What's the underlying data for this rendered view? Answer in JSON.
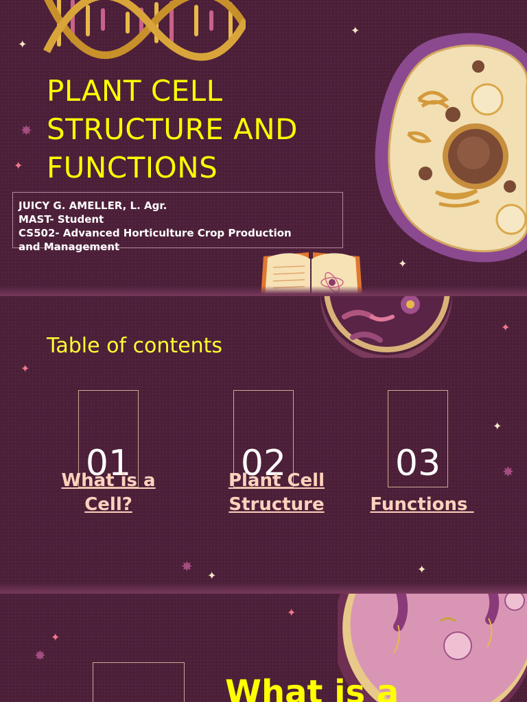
{
  "slide1": {
    "title_lines": [
      "PLANT CELL",
      "STRUCTURE AND",
      "FUNCTIONS"
    ],
    "author": {
      "line1": "JUICY G. AMELLER, L. Agr.",
      "line2": "MAST- Student",
      "line3": "CS502- Advanced Horticulture Crop Production",
      "line4": "and Management"
    }
  },
  "slide2": {
    "heading": "Table of contents",
    "items": [
      {
        "number": "01",
        "label_line1": "What is a",
        "label_line2": "Cell?"
      },
      {
        "number": "02",
        "label_line1": "Plant Cell",
        "label_line2": "Structure"
      },
      {
        "number": "03",
        "label_line1": "",
        "label_line2": "Functions "
      }
    ]
  },
  "slide3": {
    "heading": "What is a"
  },
  "colors": {
    "background": "#4b1f38",
    "title": "#ffff00",
    "link": "#ffd2bd",
    "separator": "#7a3a5c"
  }
}
